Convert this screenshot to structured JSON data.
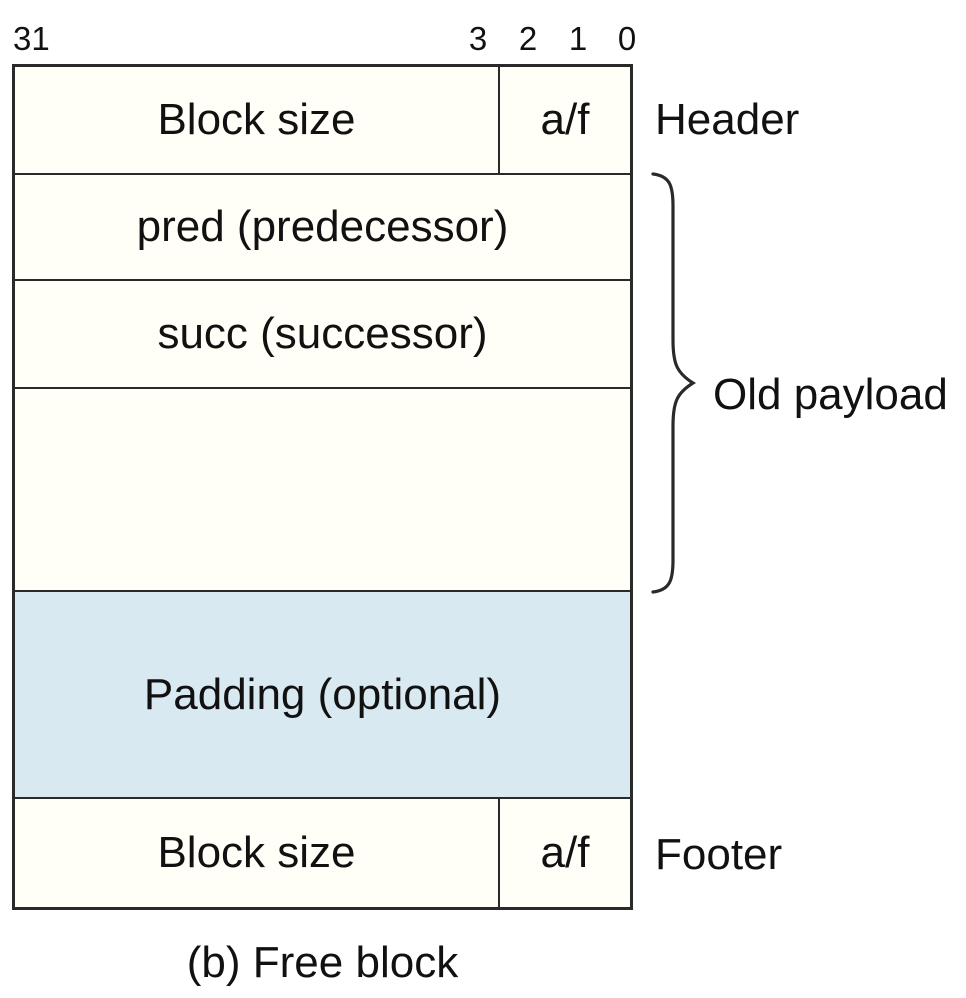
{
  "colors": {
    "row_fill": "#fffef7",
    "padding_fill": "#d8e9f2",
    "line": "#2a2a2a",
    "text": "#111111",
    "page_bg": "#ffffff"
  },
  "bit_ruler": {
    "left_label": "31",
    "right_labels": [
      "3",
      "2",
      "1",
      "0"
    ]
  },
  "block": {
    "header": {
      "size_label": "Block size",
      "flag_label": "a/f",
      "annotation": "Header"
    },
    "pred_row": {
      "label": "pred (predecessor)"
    },
    "succ_row": {
      "label": "succ (successor)"
    },
    "empty_row": {
      "label": ""
    },
    "payload_annotation": "Old payload",
    "padding_row": {
      "label": "Padding (optional)"
    },
    "footer": {
      "size_label": "Block size",
      "flag_label": "a/f",
      "annotation": "Footer"
    }
  },
  "caption": "(b) Free block"
}
